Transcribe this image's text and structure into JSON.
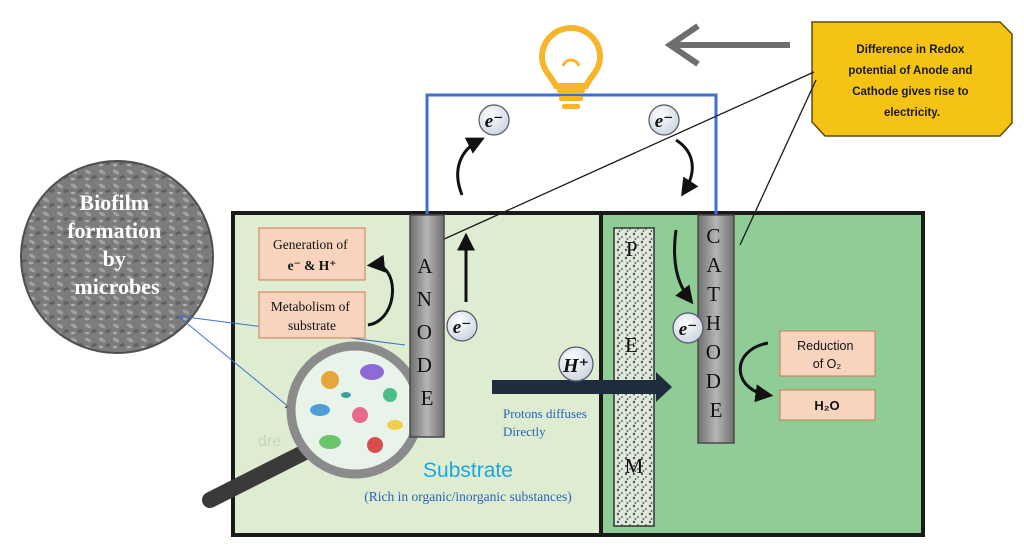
{
  "biofilm": {
    "lines": [
      "Biofilm",
      "formation",
      "by",
      "microbes"
    ]
  },
  "callout": {
    "lines": [
      "Difference in Redox",
      "potential of Anode and",
      "Cathode gives rise to",
      "electricity."
    ]
  },
  "anode": {
    "letters": [
      "A",
      "N",
      "O",
      "D",
      "E"
    ]
  },
  "cathode": {
    "letters": [
      "C",
      "A",
      "T",
      "H",
      "O",
      "D",
      "E"
    ]
  },
  "pem": {
    "letters": [
      "P",
      "E",
      "M"
    ]
  },
  "boxes": {
    "generation": {
      "line1": "Generation of",
      "line2": "e⁻ & H⁺"
    },
    "metabolism": {
      "line1": "Metabolism of",
      "line2": "substrate"
    },
    "reduction": {
      "line1": "Reduction",
      "line2": "of O₂"
    },
    "water": {
      "label": "H₂O"
    }
  },
  "electron_label": "e⁻",
  "proton_label": "H⁺",
  "proton_note": {
    "line1": "Protons diffuses",
    "line2": "Directly"
  },
  "substrate": {
    "title": "Substrate",
    "subtitle": "(Rich in organic/inorganic substances)"
  },
  "watermark": "dre",
  "colors": {
    "wire": "#3f6fd0",
    "anode_chamber": "#deedd2",
    "cathode_chamber": "#8fcc96",
    "electrode": "#8a8a8a",
    "bulb": "#f7b52b",
    "callout": "#f5c314",
    "box_fill": "#f8d4bf",
    "box_stroke": "#c87a55",
    "substrate_title": "#1aa7e0",
    "substrate_sub": "#2a62b8",
    "proton_arrow": "#1f2c3e"
  }
}
